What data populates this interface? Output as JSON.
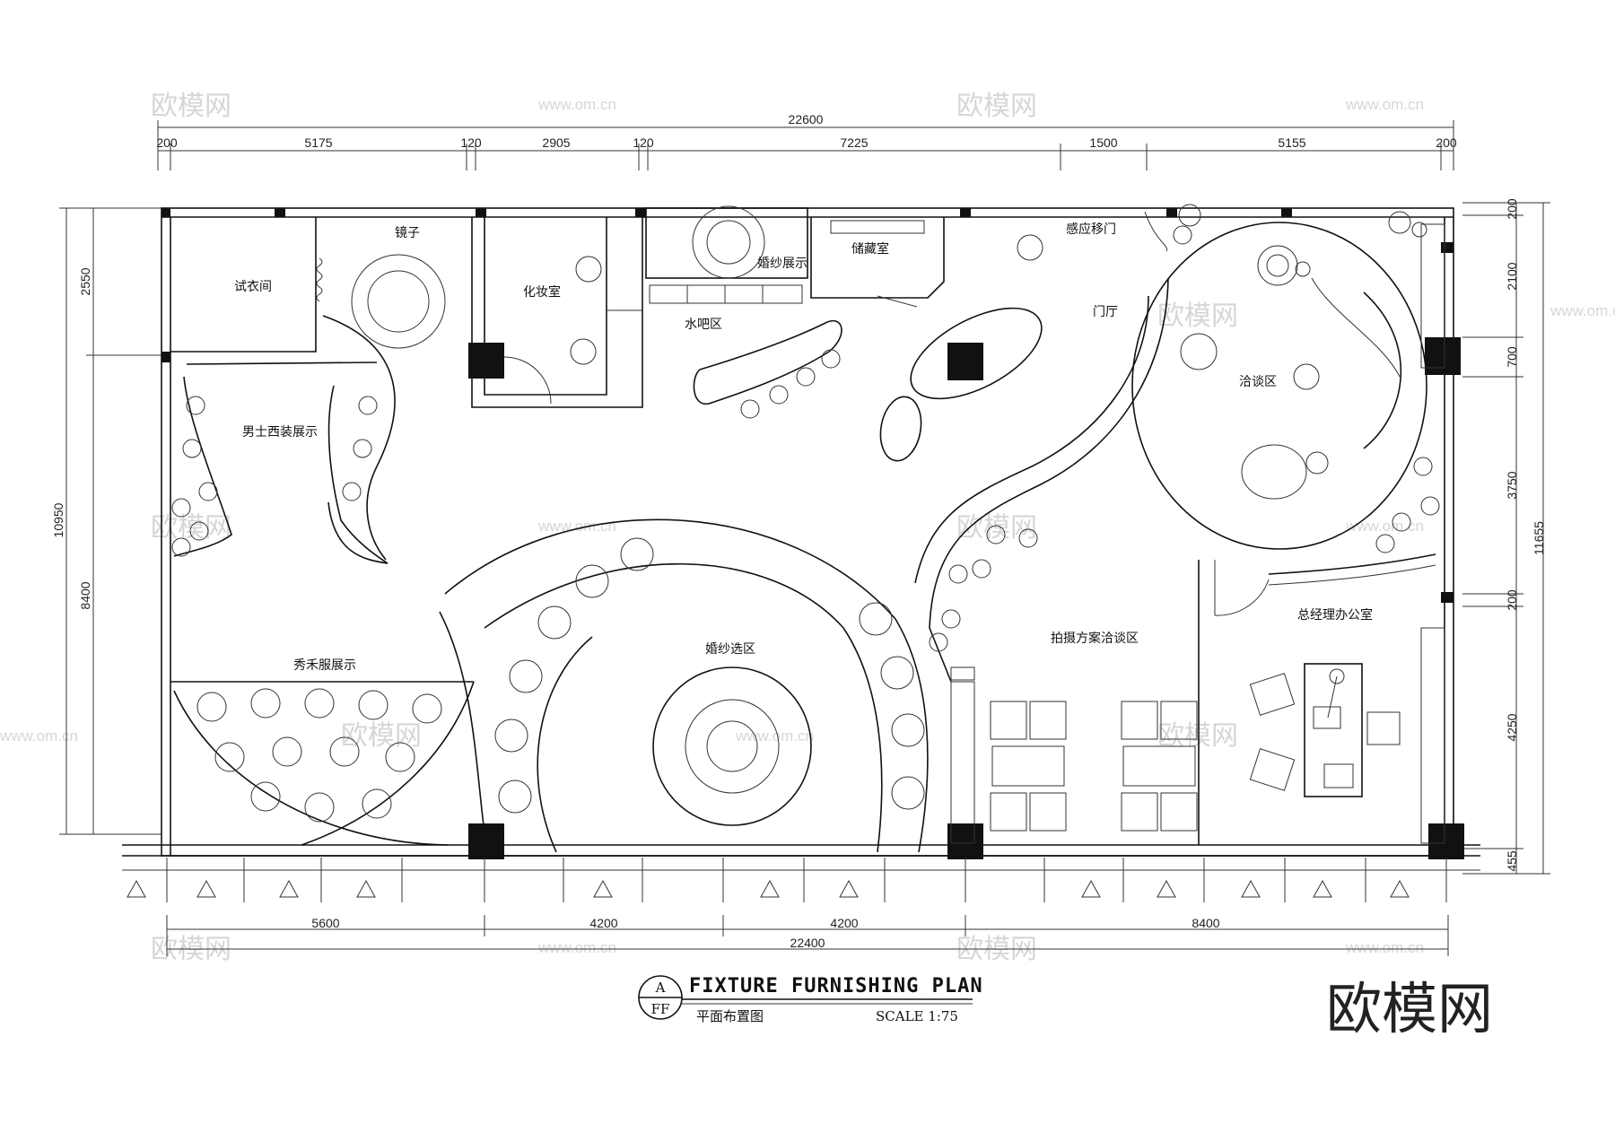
{
  "drawing": {
    "title": "FIXTURE FURNISHING PLAN",
    "subtitle": "平面布置图",
    "scale": "SCALE 1:75",
    "tag_top": "A",
    "tag_bottom": "FF",
    "brand": "欧模网"
  },
  "watermark": {
    "logo_text": "欧模网",
    "url_text": "www.om.cn"
  },
  "dimensions": {
    "top_total": "22600",
    "top_segments": [
      "200",
      "5175",
      "120",
      "2905",
      "120",
      "7225",
      "1500",
      "5155",
      "200"
    ],
    "bottom_total": "22400",
    "bottom_segments": [
      "5600",
      "4200",
      "4200",
      "8400"
    ],
    "left_total": "10950",
    "left_segments": [
      "2550",
      "8400"
    ],
    "right_total": "11655",
    "right_segments": [
      "200",
      "2100",
      "700",
      "3750",
      "200",
      "4250",
      "455"
    ]
  },
  "rooms": {
    "fitting": "试衣间",
    "mirror": "镜子",
    "makeup": "化妆室",
    "gown_display": "婚纱展示",
    "storage": "储藏室",
    "sensor_door": "感应移门",
    "water_bar": "水吧区",
    "lobby": "门厅",
    "negotiation": "洽谈区",
    "mens_suit": "男士西装展示",
    "xiuhe": "秀禾服展示",
    "gown_select": "婚纱选区",
    "photo_plan": "拍摄方案洽谈区",
    "gm_office": "总经理办公室"
  }
}
